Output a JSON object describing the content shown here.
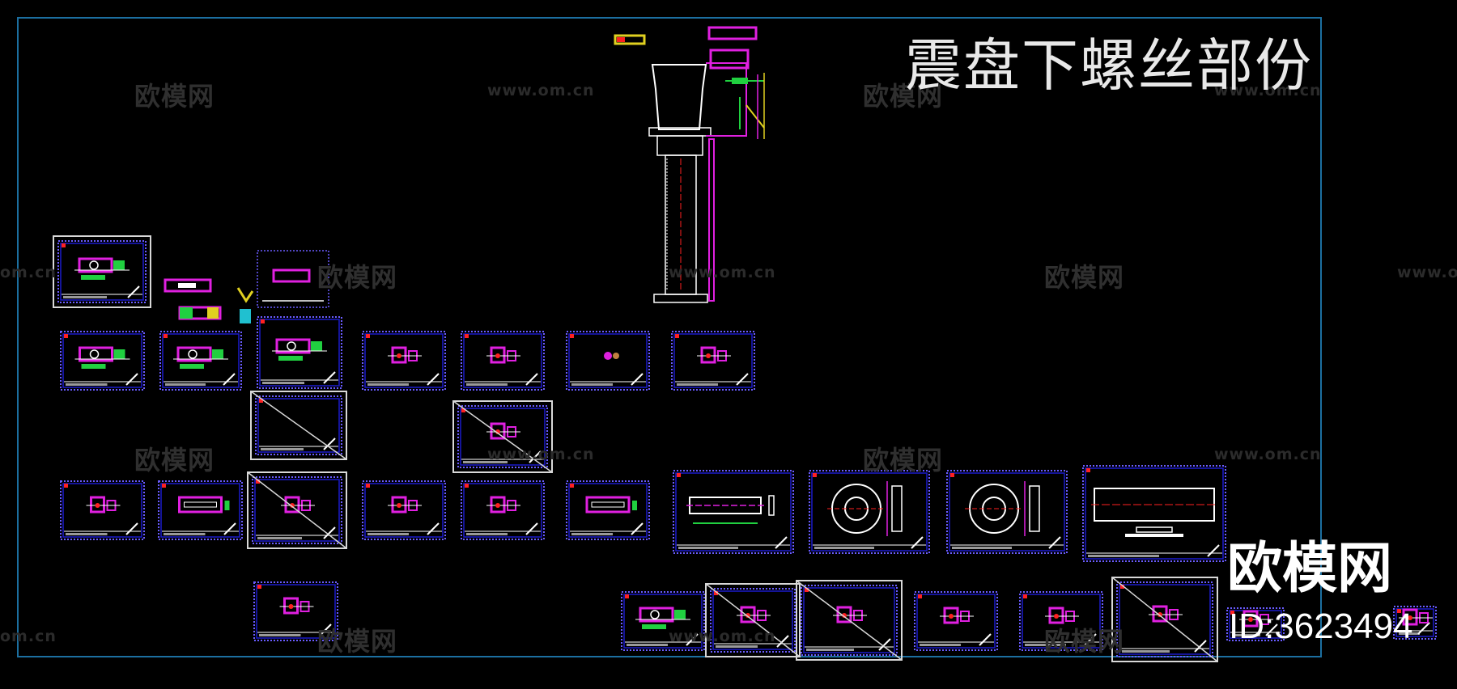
{
  "title": "震盘下螺丝部份",
  "brand": {
    "name": "欧模网",
    "id": "ID:3623494"
  },
  "watermark": {
    "name": "欧模网",
    "url": "www.om.cn",
    "url_partial": "om.cn"
  },
  "colors": {
    "background": "#000000",
    "frame": "#1c6fa0",
    "sheet_border": "#1a1acc",
    "sheet_dots": "#6a5cff",
    "part_magenta": "#e020e0",
    "part_green": "#20d040",
    "part_red": "#ff2020",
    "part_yellow": "#e0d020",
    "part_cyan": "#20c0d0",
    "white": "#ffffff",
    "watermark": "#2f2f2f"
  }
}
